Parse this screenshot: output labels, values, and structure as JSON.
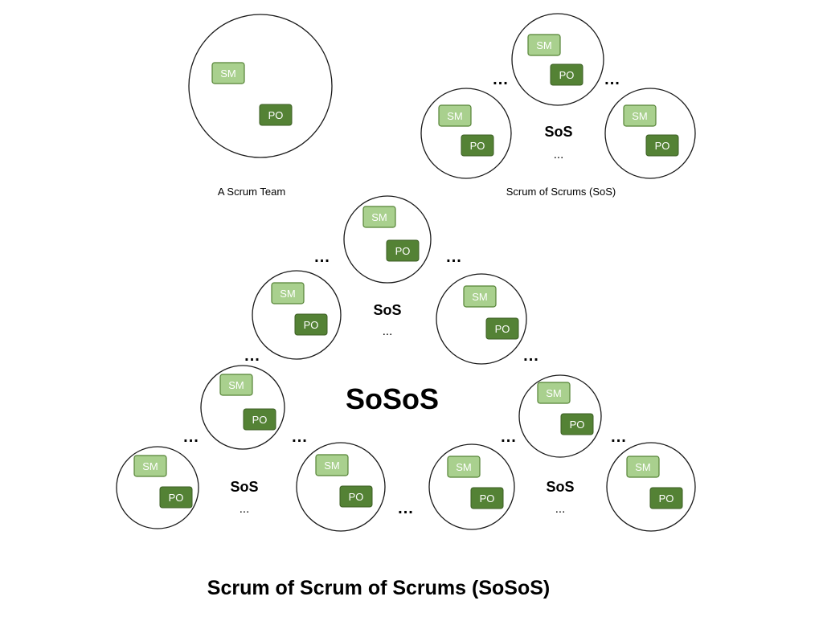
{
  "roles": {
    "sm": "SM",
    "po": "PO"
  },
  "captions": {
    "scrum_team": "A Scrum Team",
    "scrum_of_scrums": "Scrum of Scrums (SoS)"
  },
  "labels": {
    "sos": "SoS",
    "sosos": "SoSoS",
    "ellipsis": "..."
  },
  "title": "Scrum of Scrum of Scrums (SoSoS)",
  "colors": {
    "sm_fill": "#a9d08e",
    "sm_border": "#548235",
    "po_fill": "#548235",
    "circle_stroke": "#1a1a1a"
  }
}
